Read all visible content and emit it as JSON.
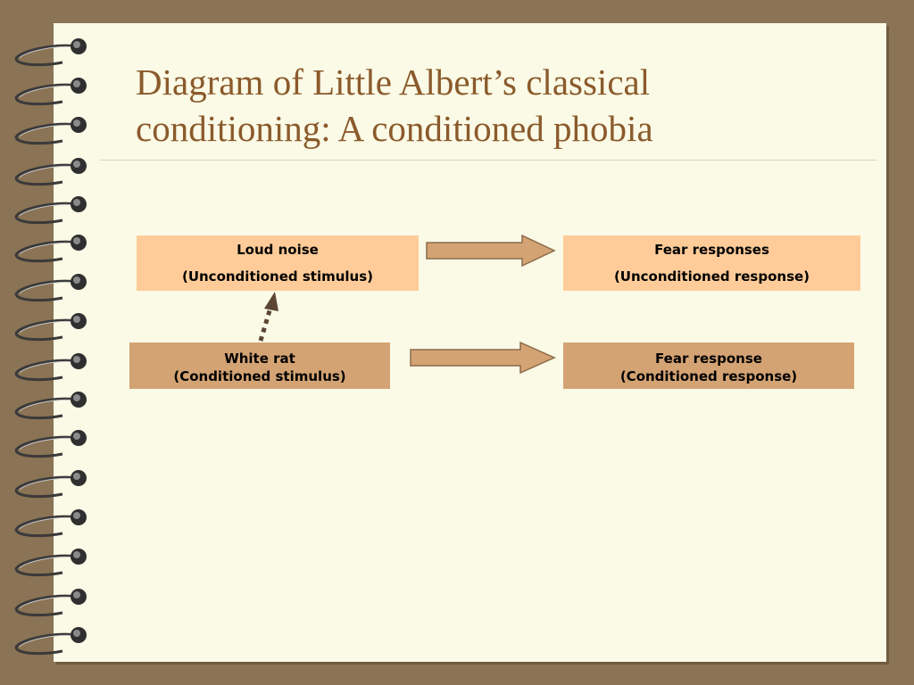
{
  "slide": {
    "title_line1": "Diagram of Little Albert’s classical",
    "title_line2": "conditioning: A conditioned phobia"
  },
  "diagram": {
    "loud_noise": {
      "name": "Loud noise",
      "role": "(Unconditioned stimulus)"
    },
    "fear_responses": {
      "name": "Fear responses",
      "role": "(Unconditioned response)"
    },
    "white_rat": {
      "name": "White rat",
      "role": "(Conditioned stimulus)"
    },
    "fear_response": {
      "name": "Fear response",
      "role": "(Conditioned response)"
    }
  },
  "colors": {
    "background": "#8b7355",
    "page": "#fafae6",
    "title": "#8b5a2b",
    "unconditioned_box": "#ffcc99",
    "conditioned_box": "#d4a373",
    "arrow_fill": "#d4a373",
    "dotted_arrow": "#5a4632"
  }
}
